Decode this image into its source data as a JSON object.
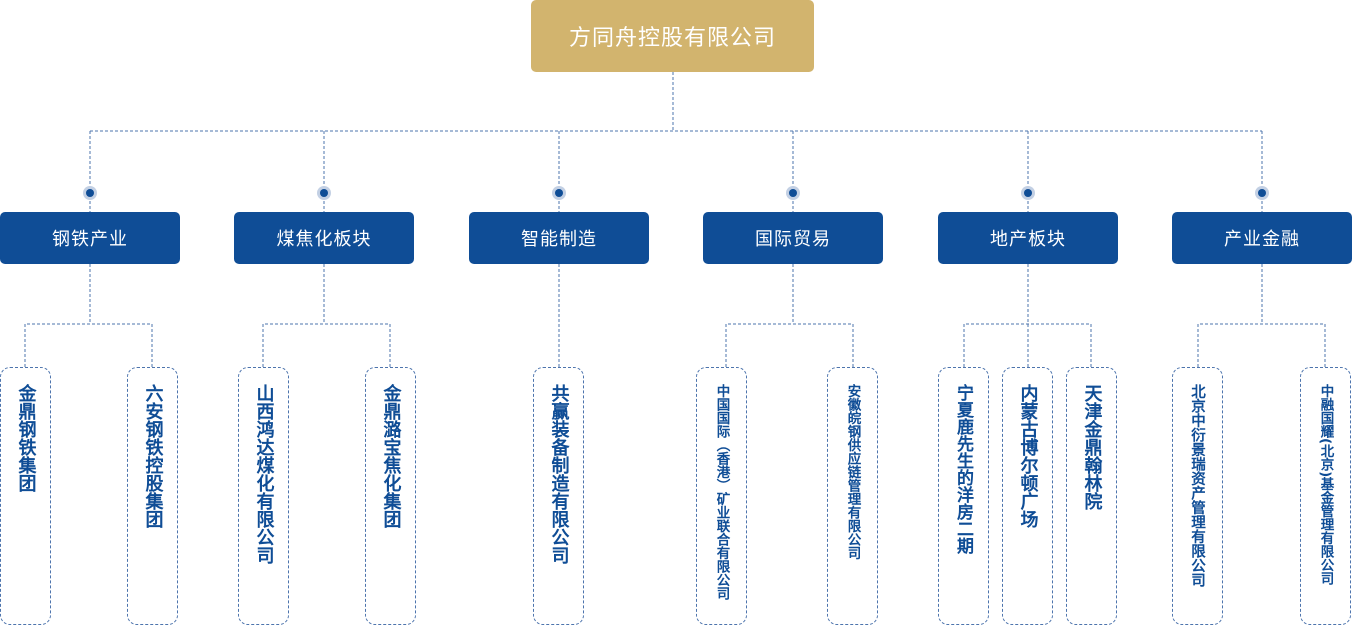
{
  "root": "方同舟控股有限公司",
  "segments": [
    {
      "label": "钢铁产业",
      "companies": [
        "金鼎钢铁集团",
        "六安钢铁控股集团"
      ]
    },
    {
      "label": "煤焦化板块",
      "companies": [
        "山西鸿达煤化有限公司",
        "金鼎潞宝焦化集团"
      ]
    },
    {
      "label": "智能制造",
      "companies": [
        "共赢装备制造有限公司"
      ]
    },
    {
      "label": "国际贸易",
      "companies": [
        "中国国际（香港）矿业联合有限公司",
        "安徽皖钢供应链管理有限公司"
      ]
    },
    {
      "label": "地产板块",
      "companies": [
        "宁夏鹿先生的洋房二期",
        "内蒙古博尔顿广场",
        "天津金鼎翰林院"
      ]
    },
    {
      "label": "产业金融",
      "companies": [
        "北京中衍景瑞资产管理有限公司",
        "中融国耀(北京)基金管理有限公司"
      ]
    }
  ],
  "colors": {
    "root": "#d2b46e",
    "segment": "#0f4d96",
    "line": "#4d74ad"
  }
}
